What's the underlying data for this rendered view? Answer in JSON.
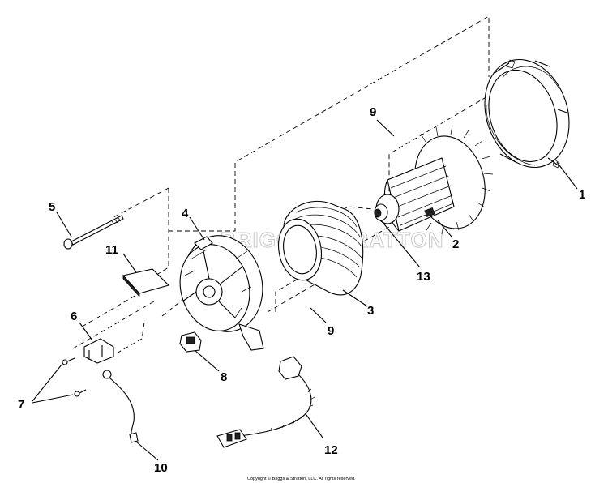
{
  "watermark": "BRIGGS&STRATTON",
  "copyright": "Copyright © Briggs & Stratton, LLC. All rights reserved.",
  "callouts": {
    "c1": "1",
    "c2": "2",
    "c3": "3",
    "c4": "4",
    "c5": "5",
    "c6": "6",
    "c7": "7",
    "c8": "8",
    "c9a": "9",
    "c9b": "9",
    "c10": "10",
    "c11": "11",
    "c12": "12",
    "c13": "13"
  }
}
